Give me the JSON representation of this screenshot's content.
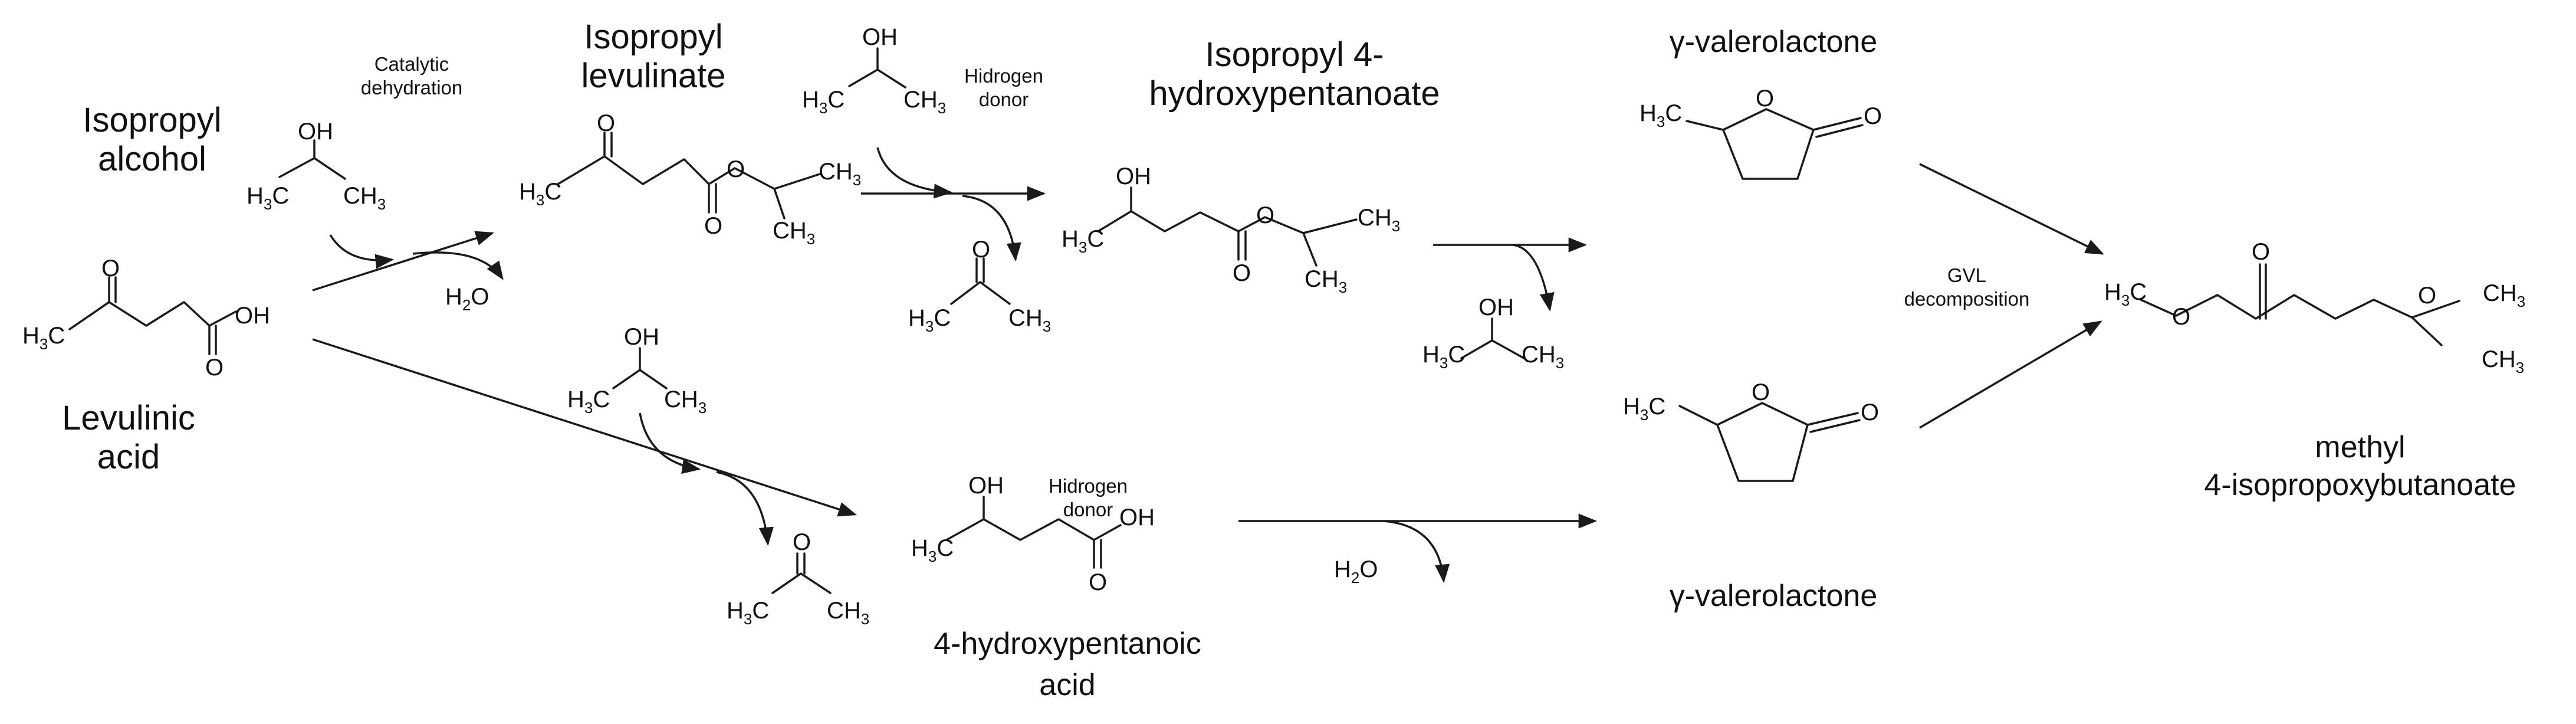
{
  "labels": {
    "isopropyl_alcohol": [
      "Isopropyl",
      "alcohol"
    ],
    "levulinic_acid": [
      "Levulinic",
      "acid"
    ],
    "catalytic_dehydration": [
      "Catalytic",
      "dehydration"
    ],
    "isopropyl_levulinate": [
      "Isopropyl",
      "levulinate"
    ],
    "hydrogen_donor_top": [
      "Hidrogen",
      "donor"
    ],
    "isopropyl_4_hydroxypentanoate": [
      "Isopropyl 4-",
      "hydroxypentanoate"
    ],
    "gvl_top": "γ-valerolactone",
    "gvl_bottom": "γ-valerolactone",
    "gvl_decomposition": [
      "GVL",
      "decomposition"
    ],
    "methyl_4_isopropoxybutanoate": [
      "methyl",
      "4-isopropoxybutanoate"
    ],
    "hydrogen_donor_bottom": [
      "Hidrogen",
      "donor"
    ],
    "four_hydroxypentanoic_acid": [
      "4-hydroxypentanoic",
      "acid"
    ]
  },
  "atoms": {
    "H": "H",
    "C": "C",
    "O": "O",
    "three": "3",
    "two": "2",
    "OH": "OH",
    "H3C": "H",
    "CH3": "CH",
    "H2O": "H"
  }
}
